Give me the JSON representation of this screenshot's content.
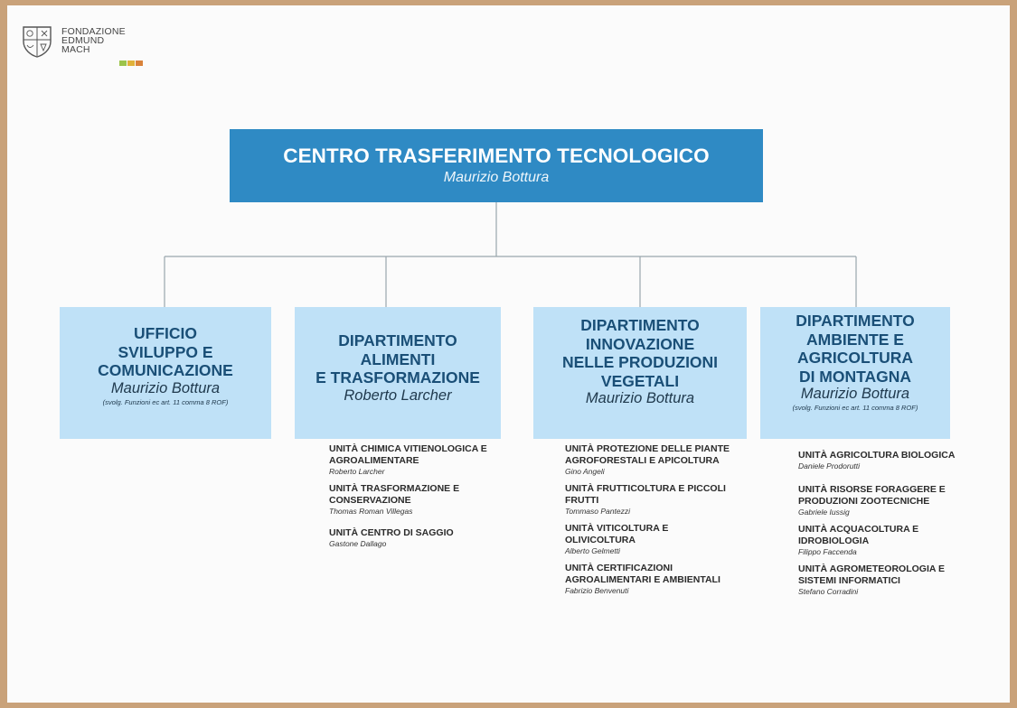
{
  "logo": {
    "line1": "FONDAZIONE",
    "line2": "EDMUND",
    "line3": "MACH",
    "colors": [
      "#9cc34a",
      "#e0b23a",
      "#d9823a"
    ]
  },
  "colors": {
    "top_box": "#2f8ac4",
    "dept_box": "#bfe1f7",
    "dept_text": "#1a4f77",
    "connector": "#9aa6ad"
  },
  "top": {
    "title": "CENTRO TRASFERIMENTO TECNOLOGICO",
    "head": "Maurizio Bottura"
  },
  "departments": [
    {
      "title_lines": [
        "UFFICIO",
        "SVILUPPO E",
        "COMUNICAZIONE"
      ],
      "head": "Maurizio Bottura",
      "note": "(svolg. Funzioni ec art. 11 comma 8 ROF)",
      "units": []
    },
    {
      "title_lines": [
        "DIPARTIMENTO",
        "ALIMENTI",
        "E TRASFORMAZIONE"
      ],
      "head": "Roberto Larcher",
      "note": "",
      "units": [
        {
          "title": "UNITÀ CHIMICA VITIENOLOGICA E\nAGROALIMENTARE",
          "head": "Roberto Larcher"
        },
        {
          "title": "UNITÀ TRASFORMAZIONE E\nCONSERVAZIONE",
          "head": "Thomas Roman Villegas"
        },
        {
          "title": "UNITÀ CENTRO DI SAGGIO",
          "head": "Gastone Dallago"
        }
      ]
    },
    {
      "title_lines": [
        "DIPARTIMENTO",
        "INNOVAZIONE",
        "NELLE PRODUZIONI",
        "VEGETALI"
      ],
      "head": "Maurizio Bottura",
      "note": "",
      "units": [
        {
          "title": "UNITÀ PROTEZIONE DELLE PIANTE\nAGROFORESTALI E APICOLTURA",
          "head": "Gino Angeli"
        },
        {
          "title": "UNITÀ FRUTTICOLTURA E PICCOLI\nFRUTTI",
          "head": "Tommaso Pantezzi"
        },
        {
          "title": "UNITÀ VITICOLTURA E\nOLIVICOLTURA",
          "head": "Alberto Gelmetti"
        },
        {
          "title": "UNITÀ CERTIFICAZIONI\nAGROALIMENTARI E AMBIENTALI",
          "head": "Fabrizio Benvenuti"
        }
      ]
    },
    {
      "title_lines": [
        "DIPARTIMENTO",
        "AMBIENTE E",
        "AGRICOLTURA",
        "DI MONTAGNA"
      ],
      "head": "Maurizio Bottura",
      "note": "(svolg. Funzioni ec art. 11 comma 8 ROF)",
      "units": [
        {
          "title": "UNITÀ AGRICOLTURA BIOLOGICA",
          "head": "Daniele Prodorutti"
        },
        {
          "title": "UNITÀ RISORSE FORAGGERE E\nPRODUZIONI ZOOTECNICHE",
          "head": "Gabriele Iussig"
        },
        {
          "title": "UNITÀ ACQUACOLTURA E\nIDROBIOLOGIA",
          "head": "Filippo Faccenda"
        },
        {
          "title": "UNITÀ AGROMETEOROLOGIA E\nSISTEMI INFORMATICI",
          "head": "Stefano Corradini"
        }
      ]
    }
  ]
}
